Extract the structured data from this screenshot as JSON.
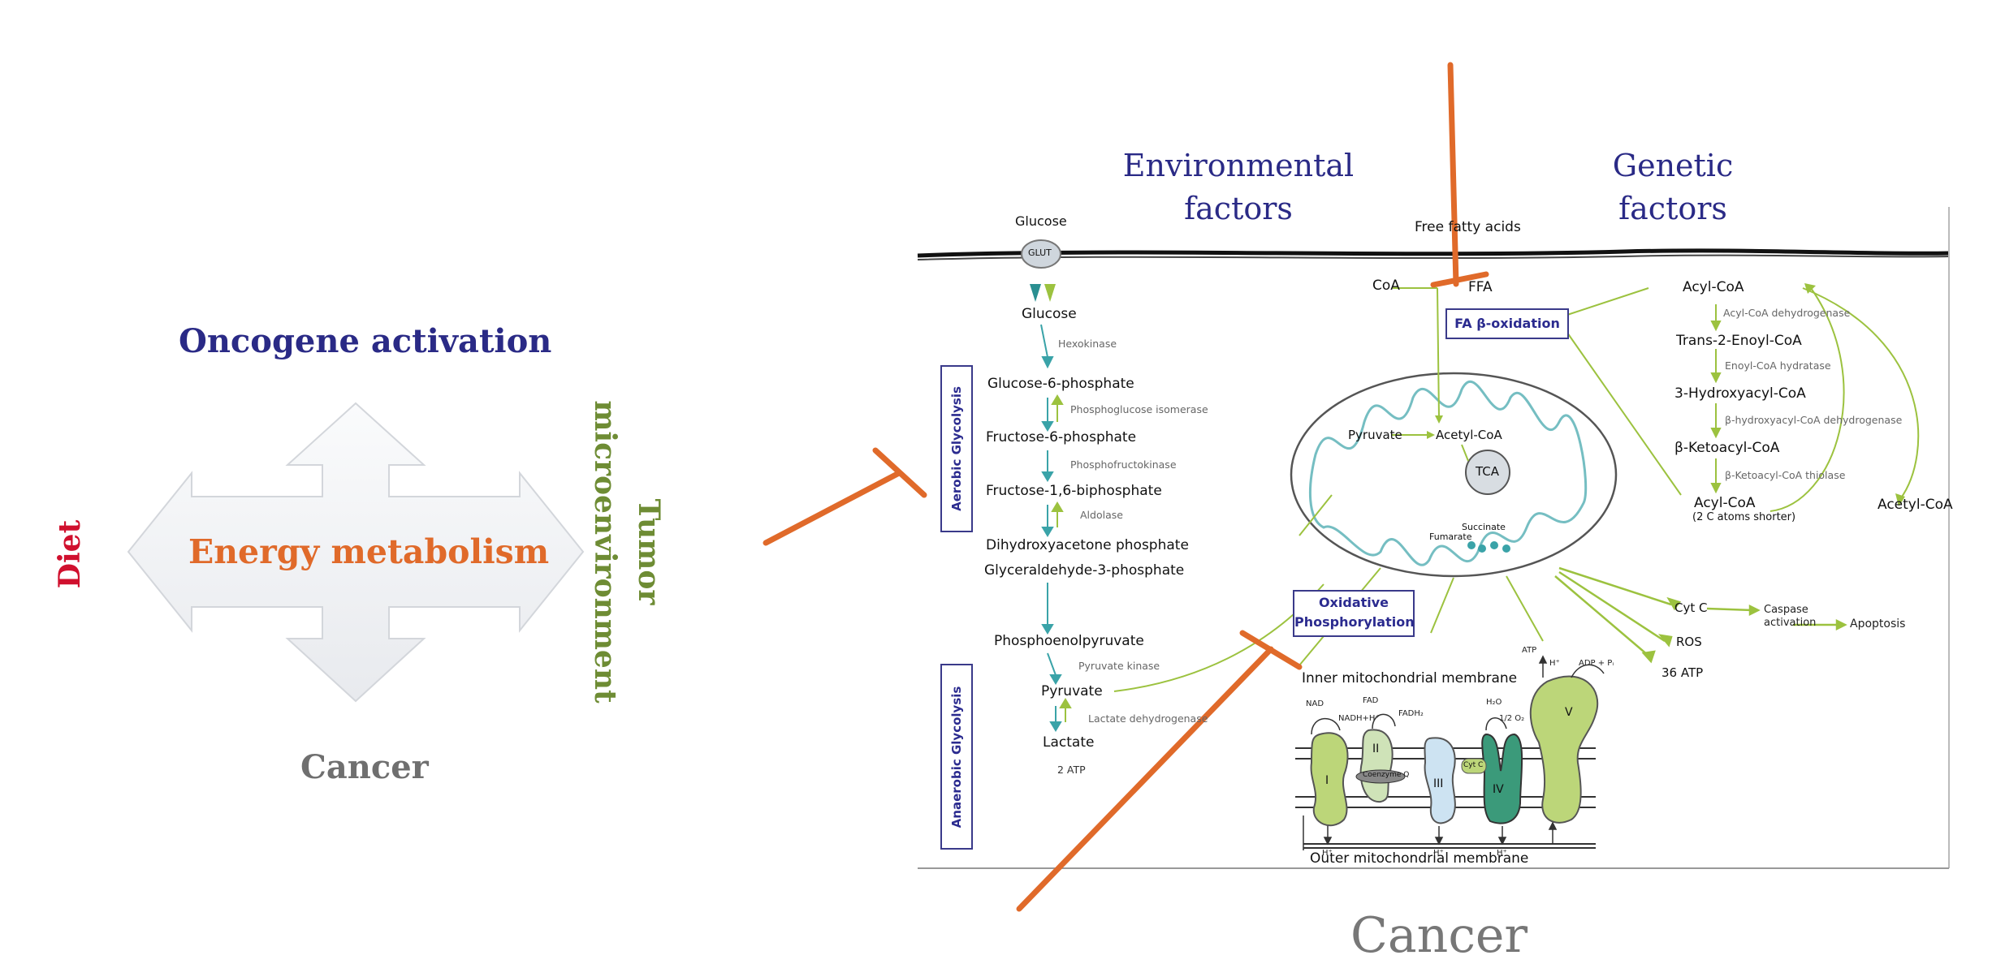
{
  "left_diagram": {
    "top": "Oncogene activation",
    "center": "Energy metabolism",
    "left": "Diet",
    "right": "Tumor microenvironment",
    "bottom": "Cancer"
  },
  "right_diagram": {
    "environmental_factors": "Environmental factors",
    "genetic_factors": "Genetic factors",
    "cancer": "Cancer",
    "glycolysis": {
      "section_aerobic": "Aerobic Glycolysis",
      "section_anaerobic": "Anaerobic Glycolysis",
      "glucose_ext": "Glucose",
      "glut": "GLUT",
      "glucose": "Glucose",
      "hexokinase": "Hexokinase",
      "g6p": "Glucose-6-phosphate",
      "phosphoglucose_isomerase": "Phosphoglucose isomerase",
      "f6p": "Fructose-6-phosphate",
      "phosphofructokinase": "Phosphofructokinase",
      "f16bp": "Fructose-1,6-biphosphate",
      "aldolase": "Aldolase",
      "dhap": "Dihydroxyacetone phosphate",
      "g3p": "Glyceraldehyde-3-phosphate",
      "pep": "Phosphoenolpyruvate",
      "pyruvate_kinase": "Pyruvate kinase",
      "pyruvate": "Pyruvate",
      "lactate_dehydrogenase": "Lactate dehydrogenase",
      "lactate": "Lactate",
      "two_atp": "2 ATP"
    },
    "fatty_acid": {
      "free_fatty_acids": "Free fatty acids",
      "coa": "CoA",
      "ffa": "FFA",
      "fa_beta_oxidation": "FA β-oxidation",
      "acyl_coa": "Acyl-CoA",
      "acyl_coa_dehydrogenase": "Acyl-CoA dehydrogenase",
      "trans_enoyl": "Trans-2-Enoyl-CoA",
      "enoyl_hydratase": "Enoyl-CoA hydratase",
      "hydroxyacyl": "3-Hydroxyacyl-CoA",
      "hydroxyacyl_dehydrogenase": "β-hydroxyacyl-CoA dehydrogenase",
      "ketoacyl": "β-Ketoacyl-CoA",
      "ketoacyl_thiolase": "β-Ketoacyl-CoA thiolase",
      "acyl_coa_short": "Acyl-CoA",
      "acyl_coa_short_note": "(2 C atoms shorter)",
      "acetyl_coa": "Acetyl-CoA"
    },
    "mitochondrion": {
      "pyruvate": "Pyruvate",
      "acetyl_coa": "Acetyl-CoA",
      "tca": "TCA",
      "succinate": "Succinate",
      "fumarate": "Fumarate"
    },
    "oxphos": {
      "title": "Oxidative Phosphorylation",
      "inner_membrane": "Inner mitochondrial membrane",
      "outer_membrane": "Outer mitochondrial membrane",
      "nad": "NAD",
      "nadh": "NADH+H⁺",
      "fad": "FAD",
      "fadh2": "FADH₂",
      "h2o": "H₂O",
      "half_o2": "1/2 O₂",
      "atp": "ATP",
      "h_plus": "H⁺",
      "adp": "ADP + Pᵢ",
      "complex_i": "I",
      "complex_ii": "II",
      "complex_iii": "III",
      "complex_iv": "IV",
      "complex_v": "V",
      "coenzyme_q": "Coenzyme Q",
      "cyt_c_small": "Cyt C"
    },
    "outputs": {
      "cyt_c": "Cyt C",
      "caspase": "Caspase activation",
      "apoptosis": "Apoptosis",
      "ros": "ROS",
      "atp36": "36 ATP"
    }
  },
  "colors": {
    "navy": "#2a2a86",
    "orange": "#e06a2a",
    "red": "#d0102e",
    "olive": "#6e8c34",
    "gray": "#6f6f6f",
    "green": "#9cc23f",
    "teal": "#3aa3a8"
  }
}
